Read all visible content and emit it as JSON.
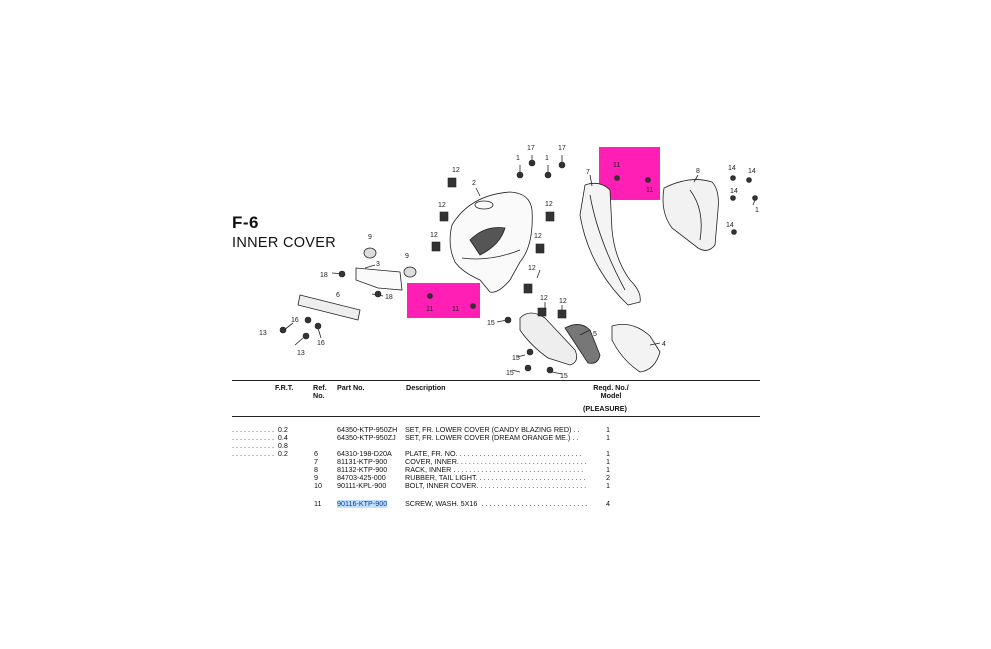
{
  "figure": {
    "code": "F-6",
    "name": "INNER COVER"
  },
  "callouts": [
    "1",
    "2",
    "3",
    "4",
    "5",
    "6",
    "7",
    "8",
    "9",
    "11",
    "12",
    "13",
    "14",
    "15",
    "16",
    "17",
    "18"
  ],
  "table": {
    "headers": {
      "frt": "F.R.T.",
      "ref": "Ref.\nNo.",
      "part": "Part No.",
      "desc": "Description",
      "qty": "Reqd. No./\nModel",
      "model": "(PLEASURE)"
    },
    "rows": [
      {
        "frt": ". . . . . . . . . . .  0.2",
        "ref": "",
        "part": "64350-KTP-950ZH",
        "desc": "SET, FR. LOWER COVER (CANDY BLAZING RED) . .",
        "qty": "1",
        "highlight": false
      },
      {
        "frt": ". . . . . . . . . . .  0.4",
        "ref": "",
        "part": "64350-KTP-950ZJ",
        "desc": "SET, FR. LOWER COVER (DREAM ORANGE ME.) . .",
        "qty": "1",
        "highlight": false
      },
      {
        "frt": ". . . . . . . . . . .  0.8",
        "ref": "",
        "part": "",
        "desc": "",
        "qty": "",
        "highlight": false
      },
      {
        "frt": ". . . . . . . . . . .  0.2",
        "ref": "6",
        "part": "64310-198-D20A",
        "desc": "PLATE, FR. NO. . . . . . . . . . . . . . . . . . . . . . . . . . . . . . . .",
        "qty": "1",
        "highlight": false
      },
      {
        "frt": "",
        "ref": "7",
        "part": "81131-KTP-900",
        "desc": "COVER, INNER. . . . . . . . . . . . . . . . . . . . . . . . . . . . . . . . .",
        "qty": "1",
        "highlight": false
      },
      {
        "frt": "",
        "ref": "8",
        "part": "81132-KTP-900",
        "desc": "RACK, INNER . . . . . . . . . . . . . . . . . . . . . . . . . . . . . . . . .",
        "qty": "1",
        "highlight": false
      },
      {
        "frt": "",
        "ref": "9",
        "part": "84703-425-000",
        "desc": "RUBBER, TAIL LIGHT. . . . . . . . . . . . . . . . . . . . . . . . . . . .",
        "qty": "2",
        "highlight": false
      },
      {
        "frt": "",
        "ref": "10",
        "part": "90111-KPL-900",
        "desc": "BOLT, INNER COVER. . . . . . . . . . . . . . . . . . . . . . . . . . . .",
        "qty": "1",
        "highlight": false
      },
      {
        "frt": "",
        "ref": "11",
        "part": "90116-KTP-900",
        "desc": "SCREW, WASH. 5X16  . . . . . . . . . . . . . . . . . . . . . . . . . . .",
        "qty": "4",
        "highlight": true
      }
    ]
  },
  "colors": {
    "highlight_box": "#ff1fb4",
    "part_highlight": "#bfe0ff",
    "line": "#222222"
  }
}
